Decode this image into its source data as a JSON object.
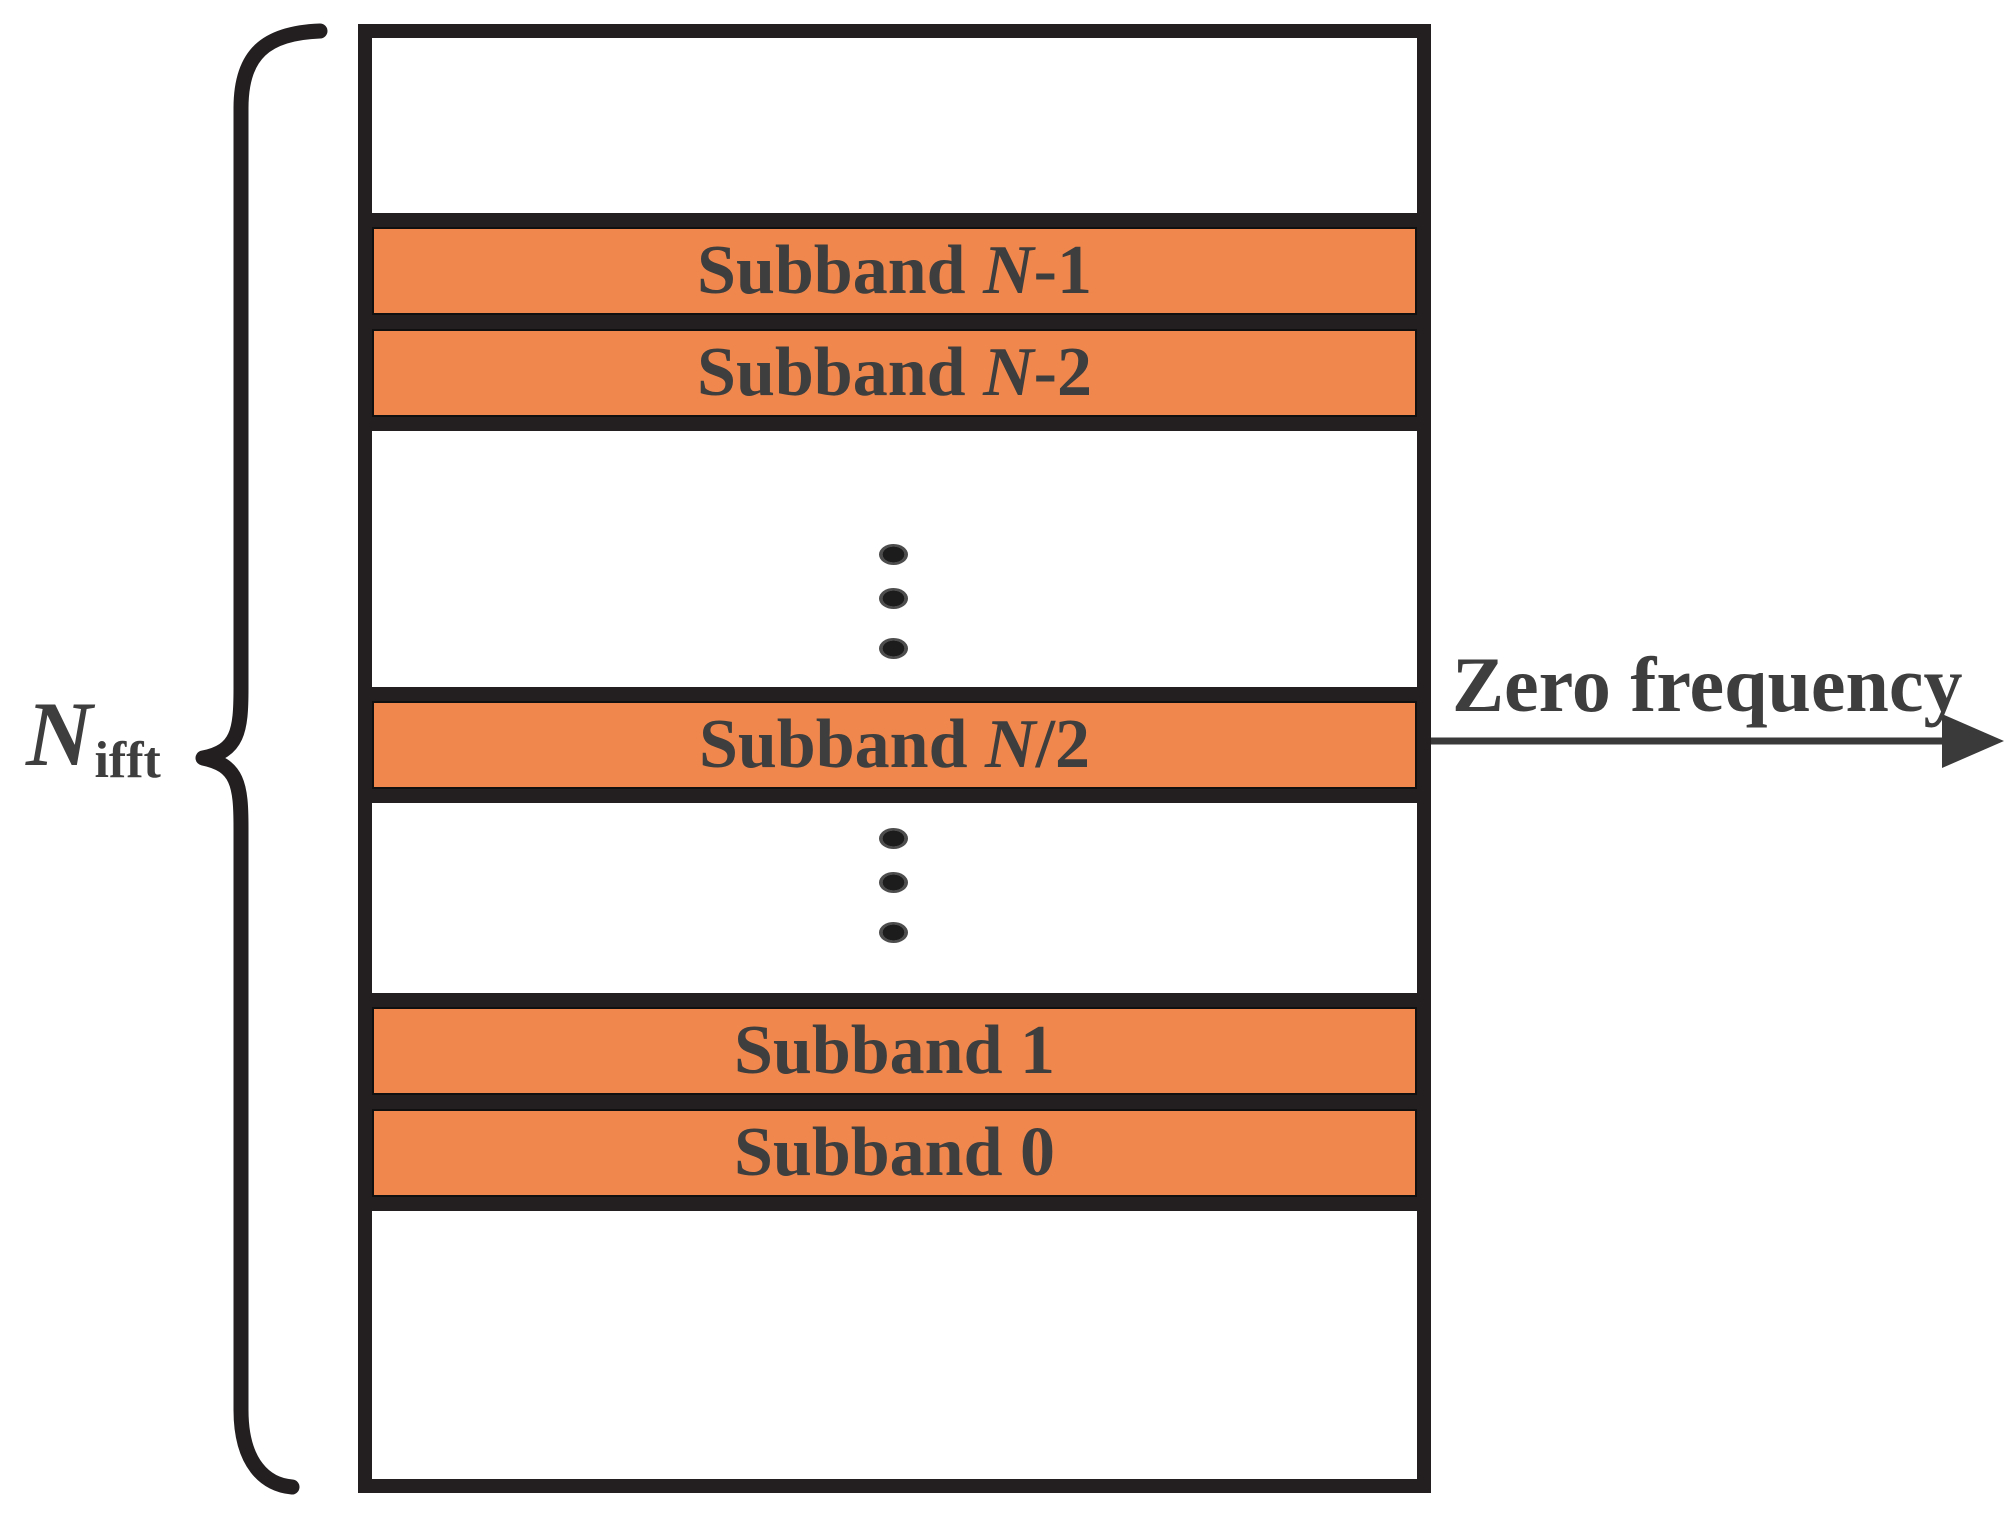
{
  "colors": {
    "orange": "#F0884E",
    "black": "#231F20",
    "text": "#3E3E3E"
  },
  "brace_label": {
    "symbol": "N",
    "subscript": "ifft"
  },
  "arrow_label": "Zero frequency",
  "bands": [
    {
      "prefix": "Subband ",
      "var": "N",
      "suffix": "-1"
    },
    {
      "prefix": "Subband ",
      "var": "N",
      "suffix": "-2"
    },
    {
      "prefix": "Subband ",
      "var": "N",
      "suffix": "/2"
    },
    {
      "prefix": "Subband ",
      "var": "",
      "suffix": "1"
    },
    {
      "prefix": "Subband ",
      "var": "",
      "suffix": "0"
    }
  ],
  "ellipsis": {
    "groups": 2,
    "dots_per_group": 3
  }
}
